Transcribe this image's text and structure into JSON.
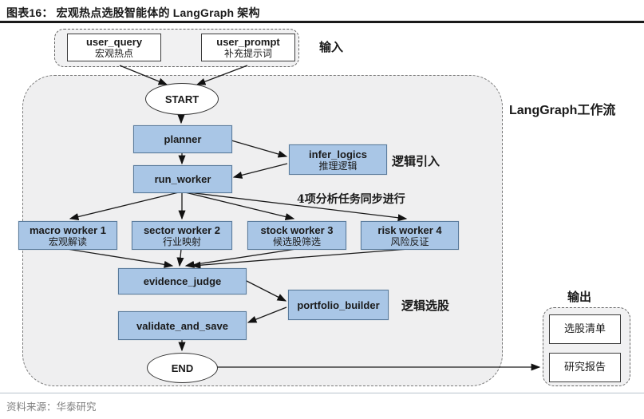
{
  "header": {
    "title": "图表16：  宏观热点选股智能体的 LangGraph 架构"
  },
  "input_section": {
    "label": "输入",
    "nodes": [
      {
        "name": "user_query",
        "sub": "宏观热点"
      },
      {
        "name": "user_prompt",
        "sub": "补充提示词"
      }
    ]
  },
  "workflow": {
    "label": "LangGraph工作流",
    "start": "START",
    "planner": "planner",
    "infer_logics": {
      "name": "infer_logics",
      "sub": "推理逻辑",
      "side_label": "逻辑引入"
    },
    "run_worker": "run_worker",
    "parallel_note": "4项分析任务同步进行",
    "workers": [
      {
        "name": "macro worker 1",
        "sub": "宏观解读"
      },
      {
        "name": "sector worker 2",
        "sub": "行业映射"
      },
      {
        "name": "stock worker 3",
        "sub": "候选股筛选"
      },
      {
        "name": "risk worker 4",
        "sub": "风险反证"
      }
    ],
    "evidence_judge": "evidence_judge",
    "portfolio_builder": {
      "name": "portfolio_builder",
      "side_label": "逻辑选股"
    },
    "validate_and_save": "validate_and_save",
    "end": "END"
  },
  "output_section": {
    "label": "输出",
    "nodes": [
      "选股清单",
      "研究报告"
    ]
  },
  "footer": {
    "source": "资料来源：华泰研究"
  },
  "colors": {
    "node_fill": "#a9c6e6",
    "node_border": "#5a7b9c",
    "container_fill": "#efeff0",
    "title_rule": "#1a1a1a"
  }
}
